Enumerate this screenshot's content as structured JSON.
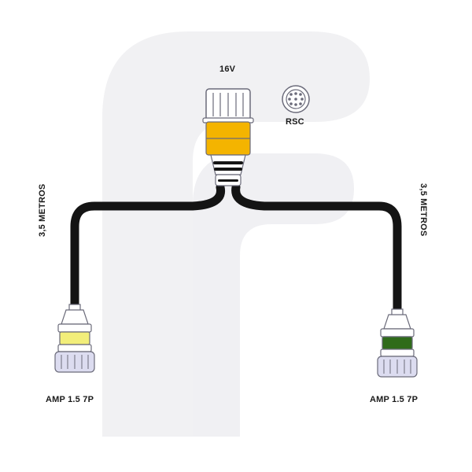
{
  "labels": {
    "voltage": "16V",
    "socket": "RSC",
    "length_left": "3,5 METROS",
    "length_right": "3,5 METROS",
    "connector_left": "AMP 1.5 7P",
    "connector_right": "AMP 1.5 7P"
  },
  "colors": {
    "cable": "#141414",
    "main_band": "#f4b400",
    "left_band": "#f2ee7a",
    "right_band": "#2f6b1a",
    "connector_body": "#ffffff",
    "connector_outline": "#6b6b7a",
    "connector_nut": "#dcdcf0",
    "watermark": "#f1f1f3"
  },
  "icons": {
    "socket": "rsc-socket-pin-icon",
    "logo": "brand-logo-watermark"
  }
}
